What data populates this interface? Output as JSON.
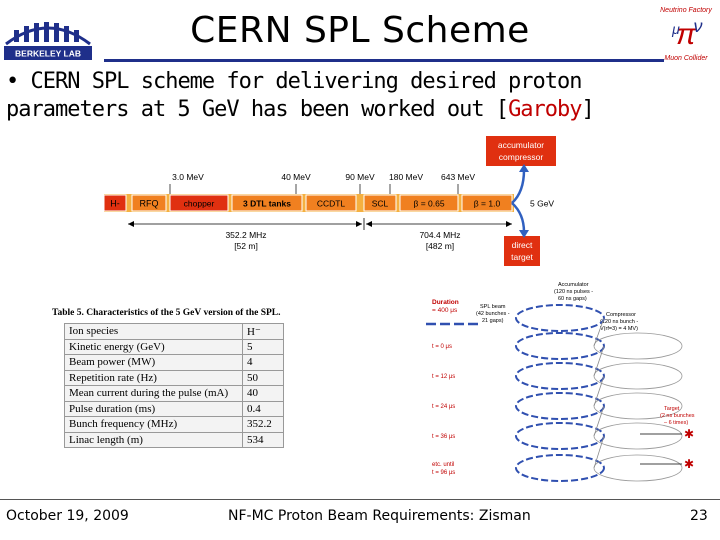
{
  "slide": {
    "title": "CERN SPL Scheme",
    "bullet": {
      "text_before": "CERN SPL scheme for delivering desired proton parameters at 5 GeV has been worked out [",
      "highlight": "Garoby",
      "text_after": "]"
    },
    "logo_left_text": "BERKELEY LAB",
    "logo_right_text": [
      "Neutrino Factory",
      "Muon Collider"
    ]
  },
  "scheme": {
    "energies": [
      "3.0 MeV",
      "40 MeV",
      "90 MeV",
      "180 MeV",
      "643 MeV"
    ],
    "blocks": [
      "H-",
      "RFQ",
      "chopper",
      "3 DTL tanks",
      "CCDTL",
      "SCL",
      "β = 0.65",
      "β = 1.0"
    ],
    "output_energy": "5 GeV",
    "accumulator": [
      "accumulator",
      "compressor"
    ],
    "direct": [
      "direct",
      "target"
    ],
    "freq_low": [
      "352.2 MHz",
      "[52 m]"
    ],
    "freq_high": [
      "704.4 MHz",
      "[482 m]"
    ]
  },
  "table": {
    "caption": "Table 5. Characteristics of the 5 GeV version of the SPL.",
    "rows": [
      [
        "Ion species",
        "H⁻"
      ],
      [
        "Kinetic energy (GeV)",
        "5"
      ],
      [
        "Beam power (MW)",
        "4"
      ],
      [
        "Repetition rate (Hz)",
        "50"
      ],
      [
        "Mean current during the pulse (mA)",
        "40"
      ],
      [
        "Pulse duration (ms)",
        "0.4"
      ],
      [
        "Bunch frequency (MHz)",
        "352.2"
      ],
      [
        "Linac length (m)",
        "534"
      ]
    ]
  },
  "bunch": {
    "accumulator": [
      "Accumulator",
      "(120 ns pulses -",
      "60 ns gaps)"
    ],
    "duration": [
      "Duration",
      "= 400 μs"
    ],
    "spl_beam": [
      "SPL beam",
      "(42 bunches -",
      "21 gaps)"
    ],
    "compressor": [
      "Compressor",
      "(120 ns bunch -",
      "V(rf=3) = 4 MV)"
    ],
    "times": [
      "t = 0 μs",
      "t = 12 μs",
      "t = 24 μs",
      "t = 36 μs",
      "etc. until",
      "t = 96 μs"
    ],
    "target": [
      "Target",
      "(2 ns bunches",
      "– 6 times)"
    ]
  },
  "footer": {
    "date": "October 19, 2009",
    "center": "NF-MC Proton Beam Requirements: Zisman",
    "page": "23"
  },
  "colors": {
    "title_rule": "#1f2f8a",
    "highlight": "#c00000",
    "block_orange": "#f0a020",
    "block_red": "#e03010"
  }
}
